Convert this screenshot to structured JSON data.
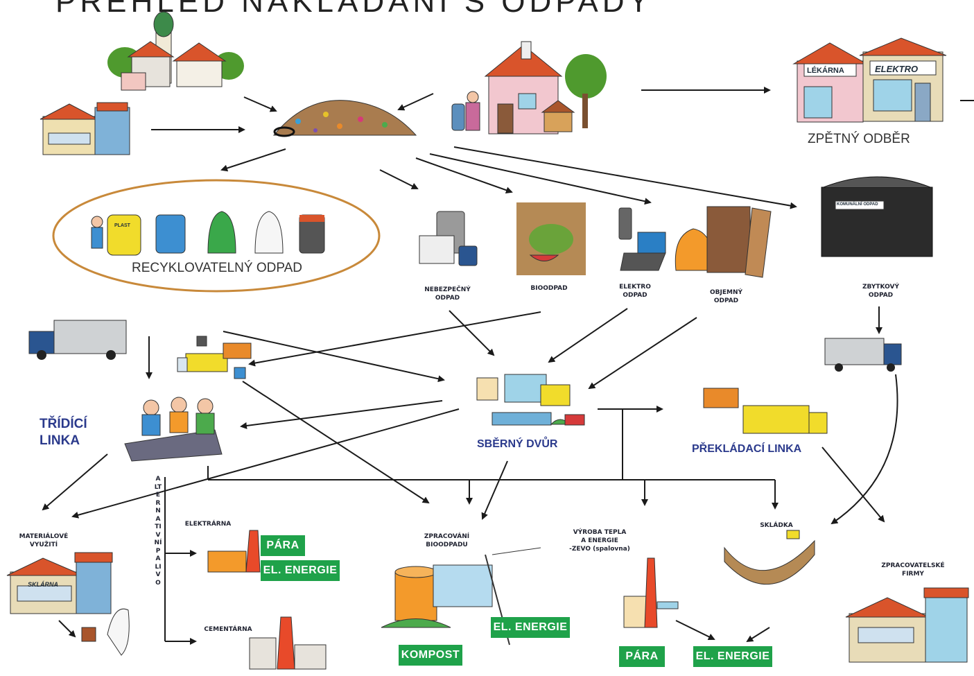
{
  "title_partial": "PŘEHLED NAKLÁDÁNÍ S ODPADY",
  "labels": {
    "zpetny_odber": "ZPĚTNÝ ODBĚR",
    "recyklovatelny": "RECYKLOVATELNÝ ODPAD",
    "nebezpecny": "NEBEZPEČNÝ\nODPAD",
    "bioodpad": "BIOODPAD",
    "elektro_odpad": "ELEKTRO\nODPAD",
    "objemny": "OBJEMNÝ\nODPAD",
    "zbytkovy": "ZBYTKOVÝ\nODPAD",
    "tridici_linka": "TŘÍDÍCÍ\nLINKA",
    "sberny_dvur": "SBĚRNÝ DVŮR",
    "prekladaci_linka": "PŘEKLÁDACÍ LINKA",
    "materialove": "MATERIÁLOVÉ\nVYUŽITÍ",
    "alternativni_palivo": "ALTERNATIVNÍ PALIVO",
    "elektrarna": "ELEKTRÁRNA",
    "cementarna": "CEMENTÁRNA",
    "zpracovani_bioodpadu": "ZPRACOVÁNÍ\nBIOODPADU",
    "vyroba_tepla": "VÝROBA TEPLA\nA ENERGIE\n-ZEVO (spalovna)",
    "skladka": "SKLÁDKA",
    "zpracovatelske": "ZPRACOVATELSKÉ\nFIRMY"
  },
  "tags": {
    "para1": "PÁRA",
    "el_energie1": "EL. ENERGIE",
    "el_energie2": "EL. ENERGIE",
    "kompost": "KOMPOST",
    "para2": "PÁRA",
    "el_energie3": "EL. ENERGIE"
  },
  "signs": {
    "lekarna": "LÉKÁRNA",
    "elektro": "ELEKTRO",
    "sklarna": "SKLÁRNA",
    "plast": "PLAST",
    "komunalni": "KOMUNÁLNÍ ODPAD"
  },
  "colors": {
    "tag_green": "#1fa24a",
    "label_blue": "#2b3a8c",
    "ellipse": "#c8893a",
    "arrow": "#1a1a1a"
  }
}
